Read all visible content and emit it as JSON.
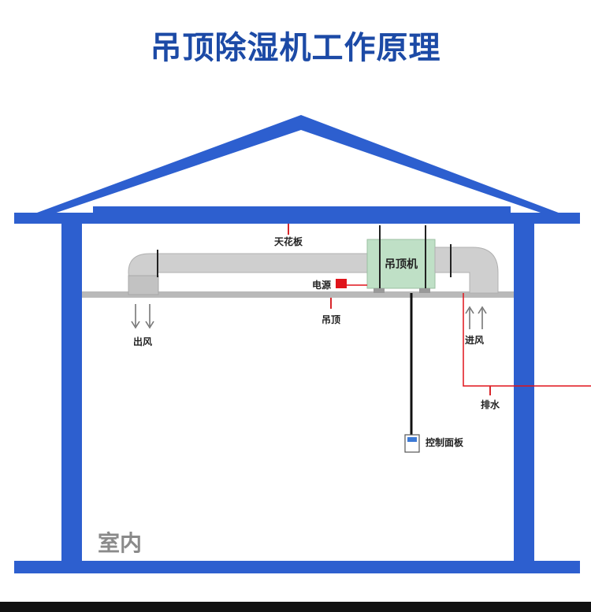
{
  "title": "吊顶除湿机工作原理",
  "labels": {
    "ceiling_board": "天花板",
    "unit": "吊顶机",
    "power": "电源",
    "suspended_ceiling": "吊顶",
    "air_out": "出风",
    "air_in": "进风",
    "drain": "排水",
    "control_panel": "控制面板",
    "room": "室内"
  },
  "colors": {
    "house": "#2d5fcf",
    "title": "#1c4aa6",
    "duct": "#c4c4c4",
    "unit": "#bfe0c6",
    "power": "#e0141b",
    "pointer": "#d8262b"
  }
}
